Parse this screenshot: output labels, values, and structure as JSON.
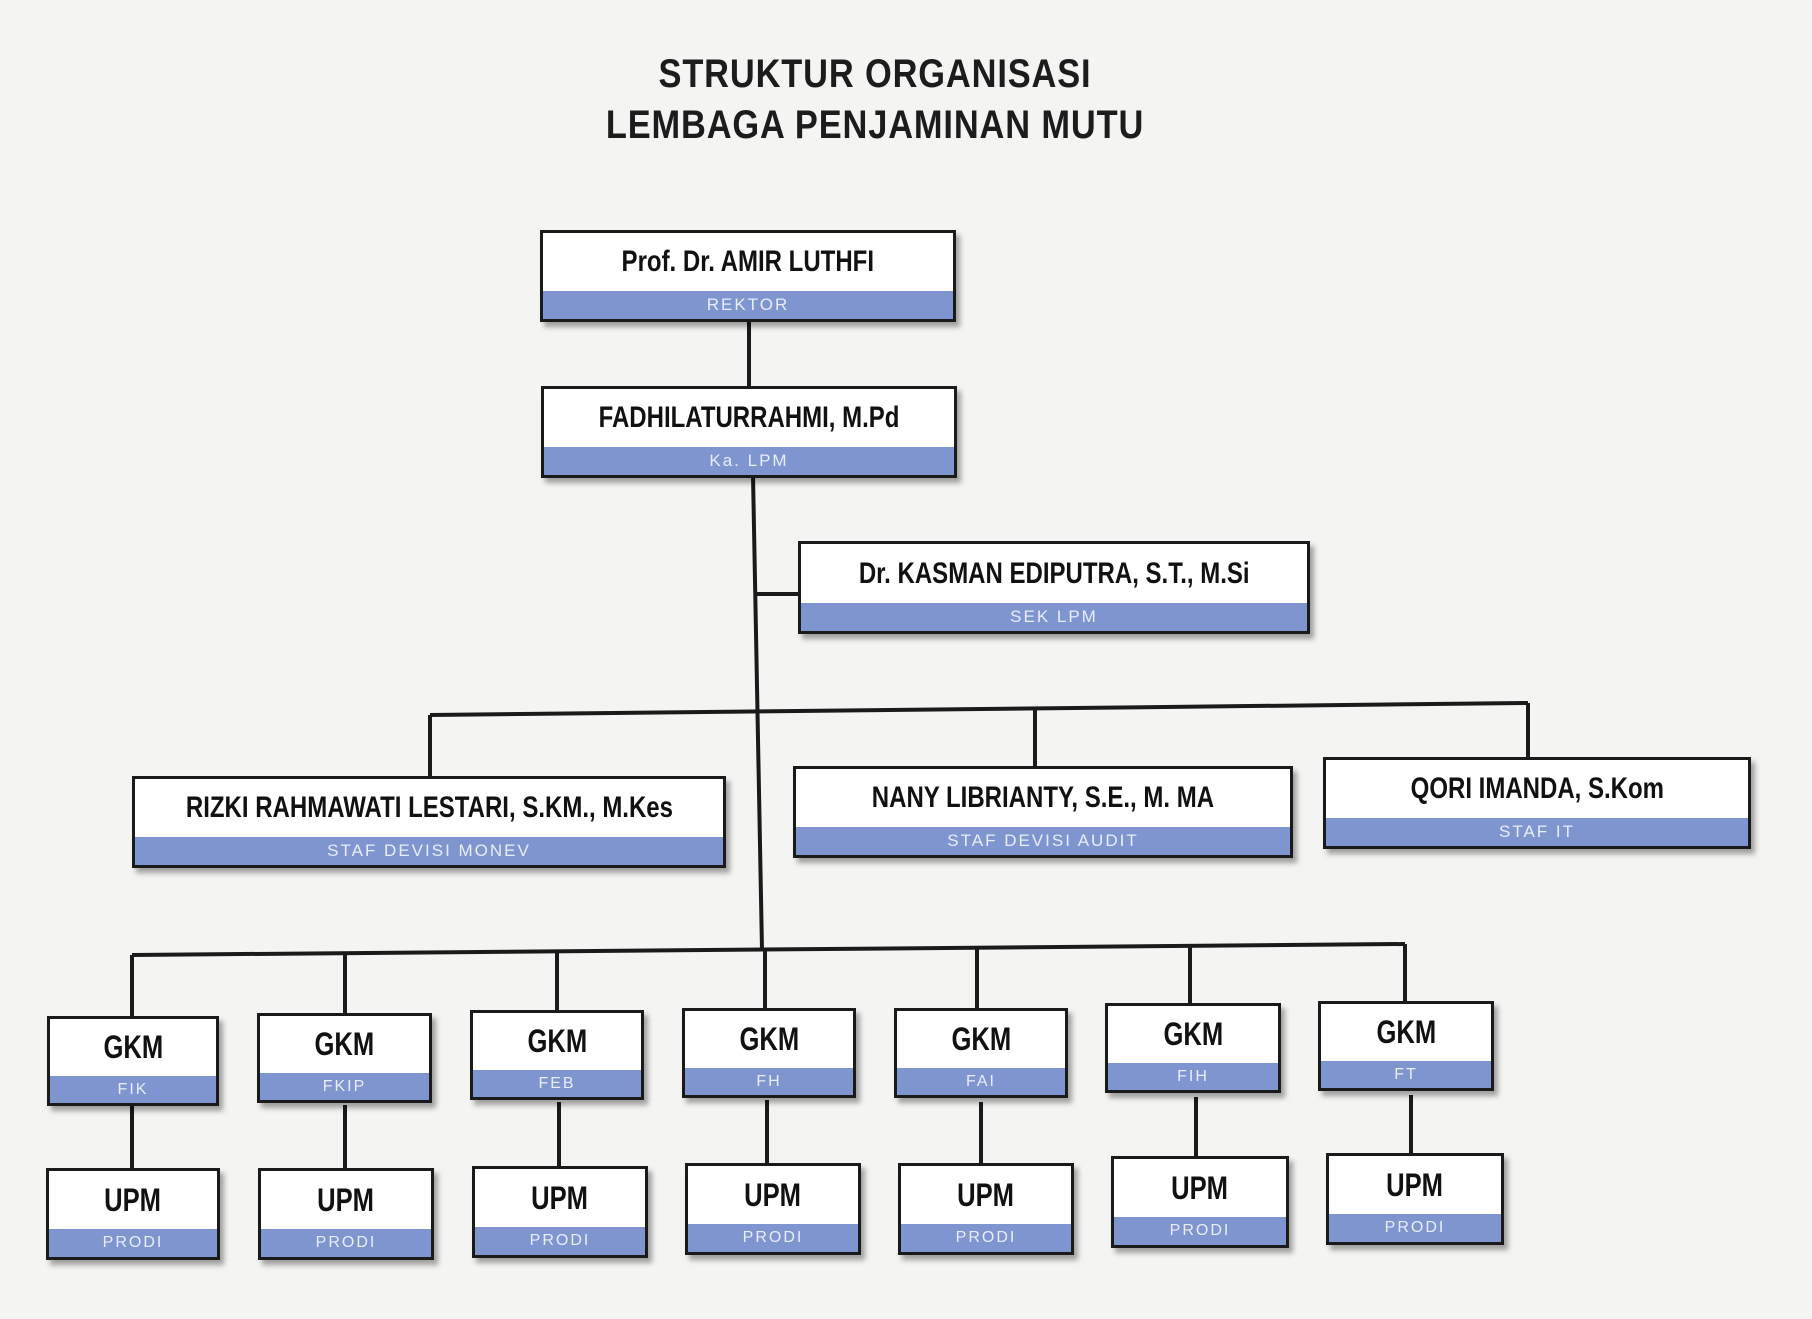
{
  "title": {
    "line1": "STRUKTUR ORGANISASI",
    "line2": "LEMBAGA PENJAMINAN MUTU"
  },
  "top": [
    {
      "id": "rektor",
      "name": "Prof. Dr. AMIR LUTHFI",
      "role": "REKTOR"
    },
    {
      "id": "ka-lpm",
      "name": "FADHILATURRAHMI, M.Pd",
      "role": "Ka. LPM"
    },
    {
      "id": "sek-lpm",
      "name": "Dr. KASMAN EDIPUTRA, S.T., M.Si",
      "role": "SEK LPM"
    }
  ],
  "staff": [
    {
      "name": "RIZKI RAHMAWATI LESTARI, S.KM., M.Kes",
      "role": "STAF DEVISI MONEV"
    },
    {
      "name": "NANY LIBRIANTY, S.E., M. MA",
      "role": "STAF DEVISI AUDIT"
    },
    {
      "name": "QORI IMANDA, S.Kom",
      "role": "STAF IT"
    }
  ],
  "gkm": [
    {
      "name": "GKM",
      "role": "FIK"
    },
    {
      "name": "GKM",
      "role": "FKIP"
    },
    {
      "name": "GKM",
      "role": "FEB"
    },
    {
      "name": "GKM",
      "role": "FH"
    },
    {
      "name": "GKM",
      "role": "FAI"
    },
    {
      "name": "GKM",
      "role": "FIH"
    },
    {
      "name": "GKM",
      "role": "FT"
    }
  ],
  "upm": [
    {
      "name": "UPM",
      "role": "PRODI"
    },
    {
      "name": "UPM",
      "role": "PRODI"
    },
    {
      "name": "UPM",
      "role": "PRODI"
    },
    {
      "name": "UPM",
      "role": "PRODI"
    },
    {
      "name": "UPM",
      "role": "PRODI"
    },
    {
      "name": "UPM",
      "role": "PRODI"
    },
    {
      "name": "UPM",
      "role": "PRODI"
    }
  ]
}
